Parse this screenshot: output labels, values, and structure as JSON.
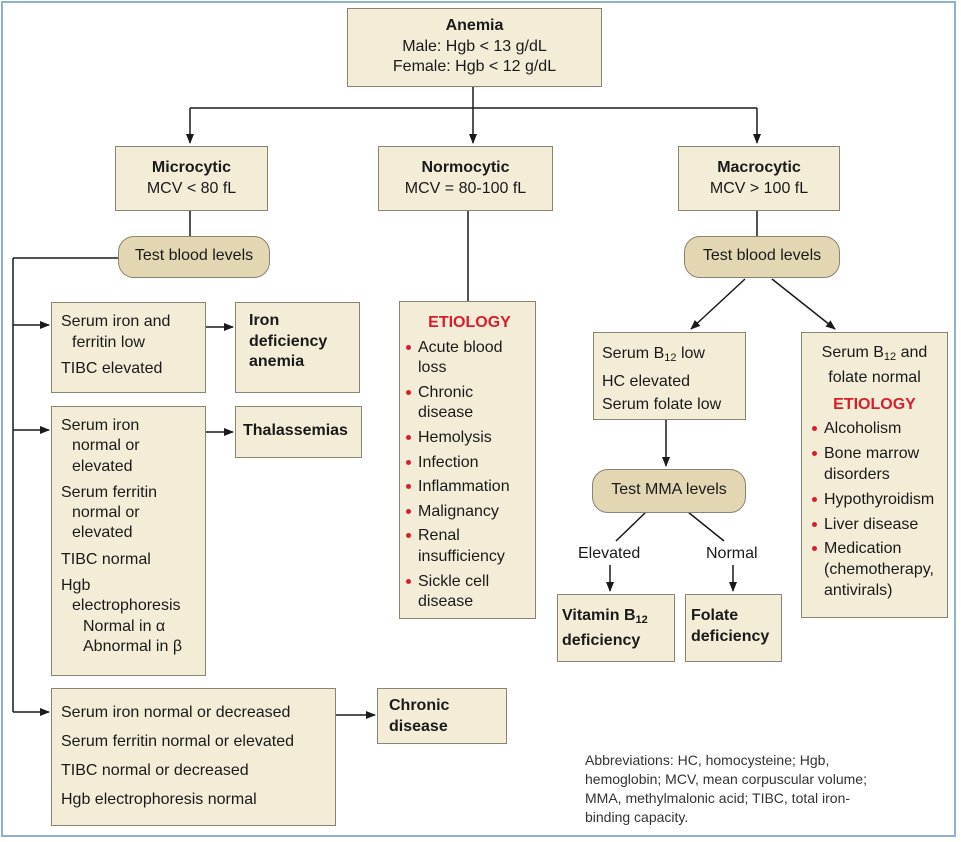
{
  "top": {
    "title": "Anemia",
    "male": "Male: Hgb < 13 g/dL",
    "female": "Female: Hgb < 12 g/dL"
  },
  "categories": {
    "microcytic": {
      "title": "Microcytic",
      "criterion": "MCV < 80 fL"
    },
    "normocytic": {
      "title": "Normocytic",
      "criterion": "MCV = 80-100 fL"
    },
    "macrocytic": {
      "title": "Macrocytic",
      "criterion": "MCV > 100 fL"
    }
  },
  "micro": {
    "test": "Test blood levels",
    "iron_box": {
      "line1": "Serum iron and",
      "line2": "ferritin low",
      "line3": "TIBC elevated"
    },
    "iron_result": {
      "line1": "Iron",
      "line2": "deficiency",
      "line3": "anemia"
    },
    "thal_box": {
      "l1": "Serum iron",
      "l2": "normal or",
      "l3": "elevated",
      "l4": "Serum ferritin",
      "l5": "normal or",
      "l6": "elevated",
      "l7": "TIBC normal",
      "l8": "Hgb",
      "l9": "electrophoresis",
      "l10": "Normal in α",
      "l11": "Abnormal in β"
    },
    "thal_result": "Thalassemias",
    "chronic_box": {
      "l1": "Serum iron normal or decreased",
      "l2": "Serum ferritin normal or elevated",
      "l3": "TIBC normal or decreased",
      "l4": "Hgb electrophoresis normal"
    },
    "chronic_result": {
      "line1": "Chronic",
      "line2": "disease"
    }
  },
  "normo": {
    "etiology_title": "ETIOLOGY",
    "items": [
      [
        "Acute blood",
        "loss"
      ],
      [
        "Chronic",
        "disease"
      ],
      [
        "Hemolysis"
      ],
      [
        "Infection"
      ],
      [
        "Inflammation"
      ],
      [
        "Malignancy"
      ],
      [
        "Renal",
        "insufficiency"
      ],
      [
        "Sickle cell",
        "disease"
      ]
    ]
  },
  "macro": {
    "test": "Test blood levels",
    "b12_low": {
      "l1a": "Serum B",
      "l1sub": "12",
      "l1b": " low",
      "l2": "HC elevated",
      "l3": "Serum folate low"
    },
    "b12_normal": {
      "l1a": "Serum B",
      "l1sub": "12",
      "l1b": " and",
      "l2": "folate normal"
    },
    "etiology_title": "ETIOLOGY",
    "items": [
      [
        "Alcoholism"
      ],
      [
        "Bone marrow",
        "disorders"
      ],
      [
        "Hypothyroidism"
      ],
      [
        "Liver disease"
      ],
      [
        "Medication",
        "(chemotherapy,",
        "antivirals)"
      ]
    ],
    "mma_test": "Test MMA levels",
    "elevated_label": "Elevated",
    "normal_label": "Normal",
    "vitb12": {
      "l1a": "Vitamin B",
      "l1sub": "12",
      "l2": "deficiency"
    },
    "folate": {
      "l1": "Folate",
      "l2": "deficiency"
    }
  },
  "abbreviations": {
    "l1": "Abbreviations: HC, homocysteine; Hgb,",
    "l2": "hemoglobin; MCV, mean corpuscular volume;",
    "l3": "MMA, methylmalonic acid; TIBC, total iron-",
    "l4": "binding capacity."
  },
  "colors": {
    "box_fill": "#f3ecd7",
    "pill_fill": "#e3d6b3",
    "etiology_red": "#d81e2c",
    "frame_blue": "#8fb0d3"
  }
}
